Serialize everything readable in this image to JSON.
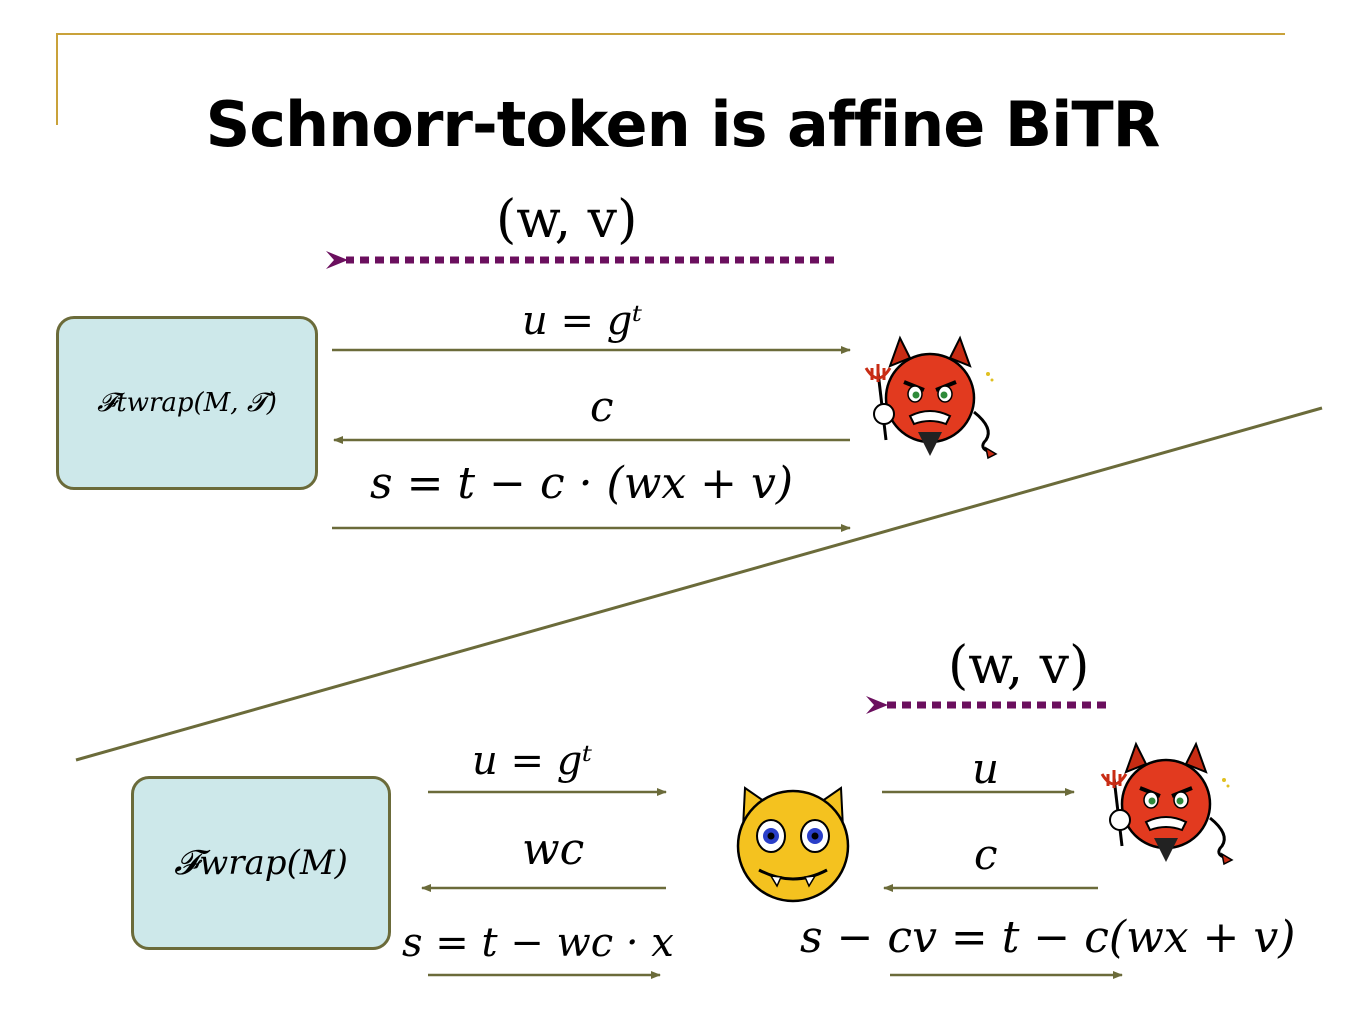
{
  "title": "Schnorr-token is affine BiTR",
  "top": {
    "box_label": "𝓕twrap(M, 𝓣)",
    "wv_label": "(w, v)",
    "msg1": "u = gᵗ",
    "msg2": "c",
    "msg3": "s = t − c · (wx + v)"
  },
  "bottom": {
    "box_label": "𝓕wrap(M)",
    "left_msg1": "u = gᵗ",
    "left_msg2": "wc",
    "left_msg3": "s = t − wc · x",
    "wv_label": "(w, v)",
    "right_msg1": "u",
    "right_msg2": "c",
    "right_msg3": "s − cv = t − c(wx + v)"
  },
  "icons": {
    "top_adversary": "devil-icon",
    "bottom_adversary": "devil-icon",
    "simulator": "smiley-devil-icon"
  },
  "colors": {
    "frame": "#c9a23a",
    "box_fill": "#cde8ea",
    "box_border": "#6b6b3a",
    "arrow": "#6b6b3a",
    "dotted_arrow": "#6b0f5e",
    "devil": "#e23a1f",
    "smiley": "#f4c21f"
  }
}
